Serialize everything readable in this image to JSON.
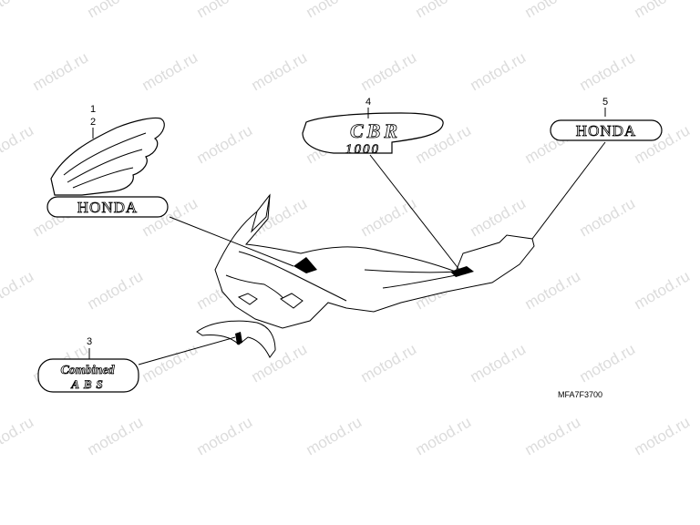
{
  "watermark": {
    "text": "motod.ru"
  },
  "callouts": [
    {
      "id": "1",
      "label": "1"
    },
    {
      "id": "2",
      "label": "2"
    },
    {
      "id": "3",
      "label": "3"
    },
    {
      "id": "4",
      "label": "4"
    },
    {
      "id": "5",
      "label": "5"
    }
  ],
  "emblems": {
    "wing_word": "HONDA",
    "cbr_top": "CBR",
    "cbr_bottom": "1000",
    "honda_mark": "HONDA",
    "abs_top": "Combined",
    "abs_bottom": "ABS"
  },
  "diagram_code": "MFA7F3700",
  "colors": {
    "line": "#000000",
    "watermark": "#dcdcdc",
    "background": "#ffffff"
  }
}
